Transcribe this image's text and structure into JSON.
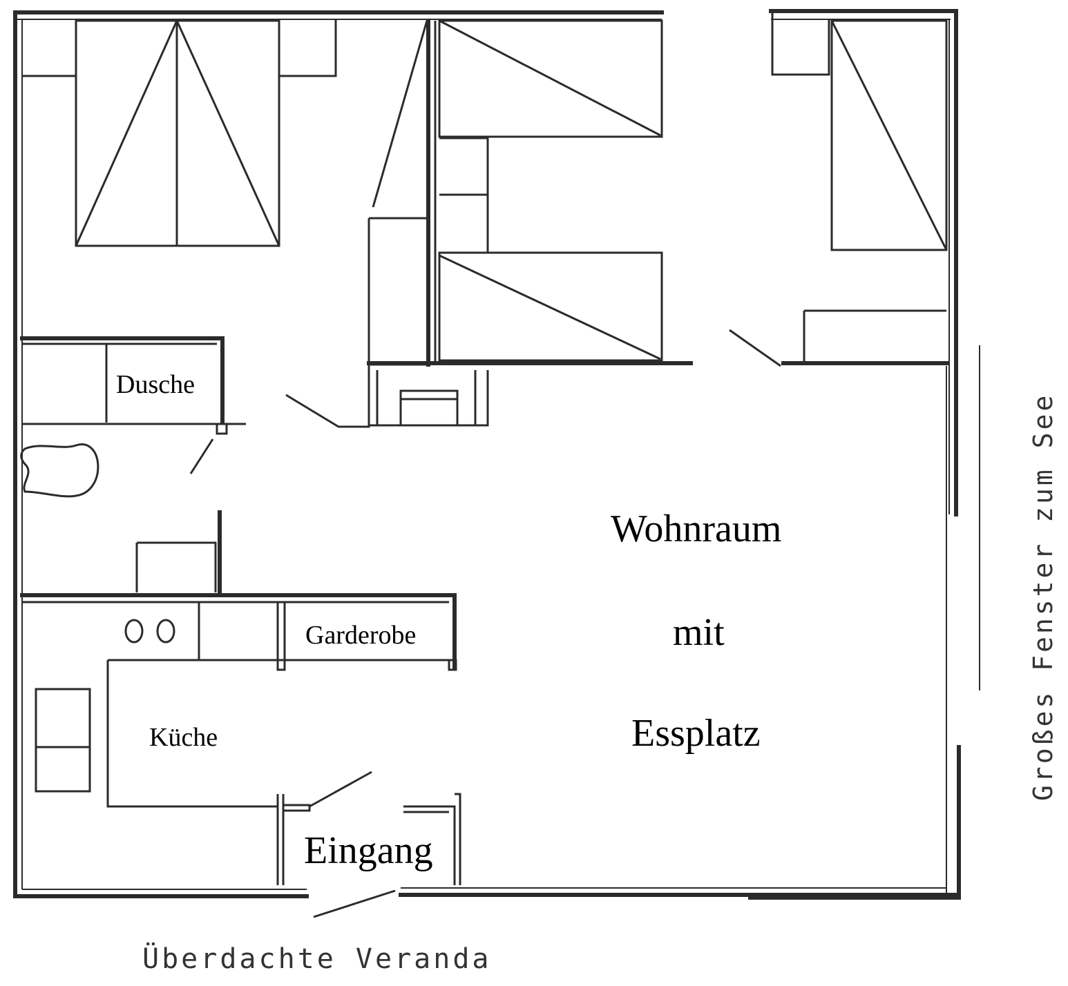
{
  "rooms": {
    "shower": "Dusche",
    "wardrobe": "Garderobe",
    "kitchen": "Küche",
    "living_line1": "Wohnraum",
    "living_line2": "mit",
    "living_line3": "Essplatz",
    "entrance": "Eingang"
  },
  "outside": {
    "veranda": "Überdachte Veranda",
    "lake_window": "Großes Fenster zum See"
  }
}
